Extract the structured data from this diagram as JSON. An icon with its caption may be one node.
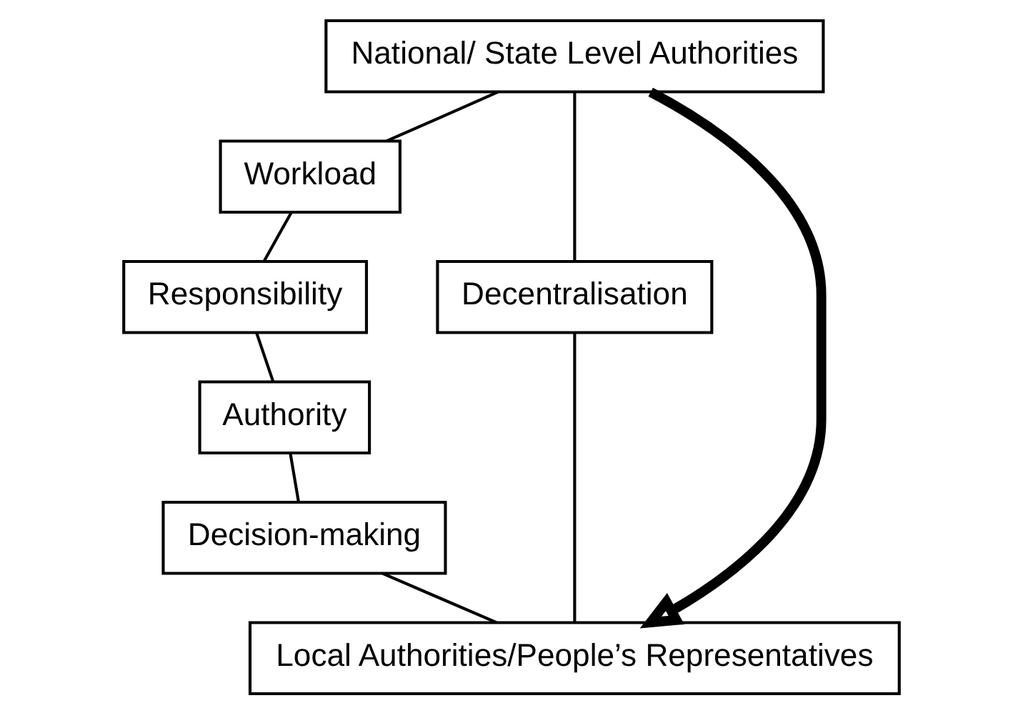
{
  "diagram": {
    "nodes": [
      {
        "text": [
          "National/ State Level Authorities"
        ]
      },
      {
        "text": [
          "Workload"
        ]
      },
      {
        "text": [
          "Responsibility"
        ]
      },
      {
        "text": [
          "Authority"
        ]
      },
      {
        "text": [
          "Decision-making"
        ]
      },
      {
        "text": [
          "Decentralisation"
        ]
      },
      {
        "text": [
          "Local Authorities/People’s Representatives"
        ]
      }
    ],
    "edges": [
      {
        "from": 0,
        "to": 1,
        "arrow": "none"
      },
      {
        "from": 1,
        "to": 2,
        "arrow": "none"
      },
      {
        "from": 2,
        "to": 3,
        "arrow": "none"
      },
      {
        "from": 3,
        "to": 4,
        "arrow": "none"
      },
      {
        "from": 4,
        "to": 6,
        "arrow": "none"
      },
      {
        "from": 0,
        "to": 5,
        "arrow": "none"
      },
      {
        "from": 5,
        "to": 6,
        "arrow": "none"
      },
      {
        "from": 0,
        "to": 6,
        "arrow": "to",
        "style": "thick"
      }
    ]
  }
}
